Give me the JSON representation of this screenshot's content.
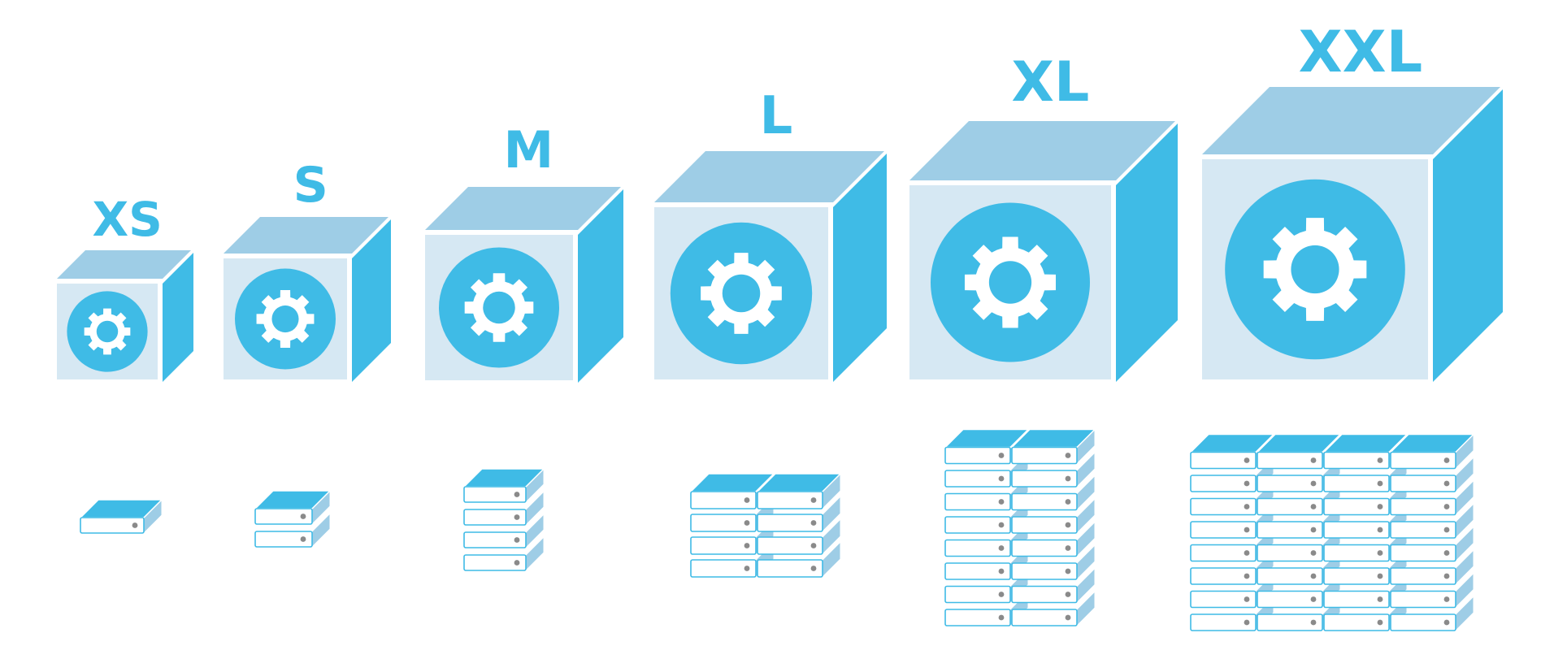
{
  "colors": {
    "accent": "#3fbbe6",
    "cube_top": "#9ecde6",
    "cube_front": "#d6e8f3",
    "server_face": "#ffffff",
    "server_led": "#8a8a8a"
  },
  "tiers": [
    {
      "label": "XS",
      "icon": "gear-icon",
      "server_columns": 1,
      "server_rows": 1
    },
    {
      "label": "S",
      "icon": "gear-icon",
      "server_columns": 1,
      "server_rows": 2
    },
    {
      "label": "M",
      "icon": "gear-icon",
      "server_columns": 1,
      "server_rows": 4
    },
    {
      "label": "L",
      "icon": "gear-icon",
      "server_columns": 2,
      "server_rows": 4
    },
    {
      "label": "XL",
      "icon": "gear-icon",
      "server_columns": 2,
      "server_rows": 8
    },
    {
      "label": "XXL",
      "icon": "gear-icon",
      "server_columns": 4,
      "server_rows": 8
    }
  ]
}
